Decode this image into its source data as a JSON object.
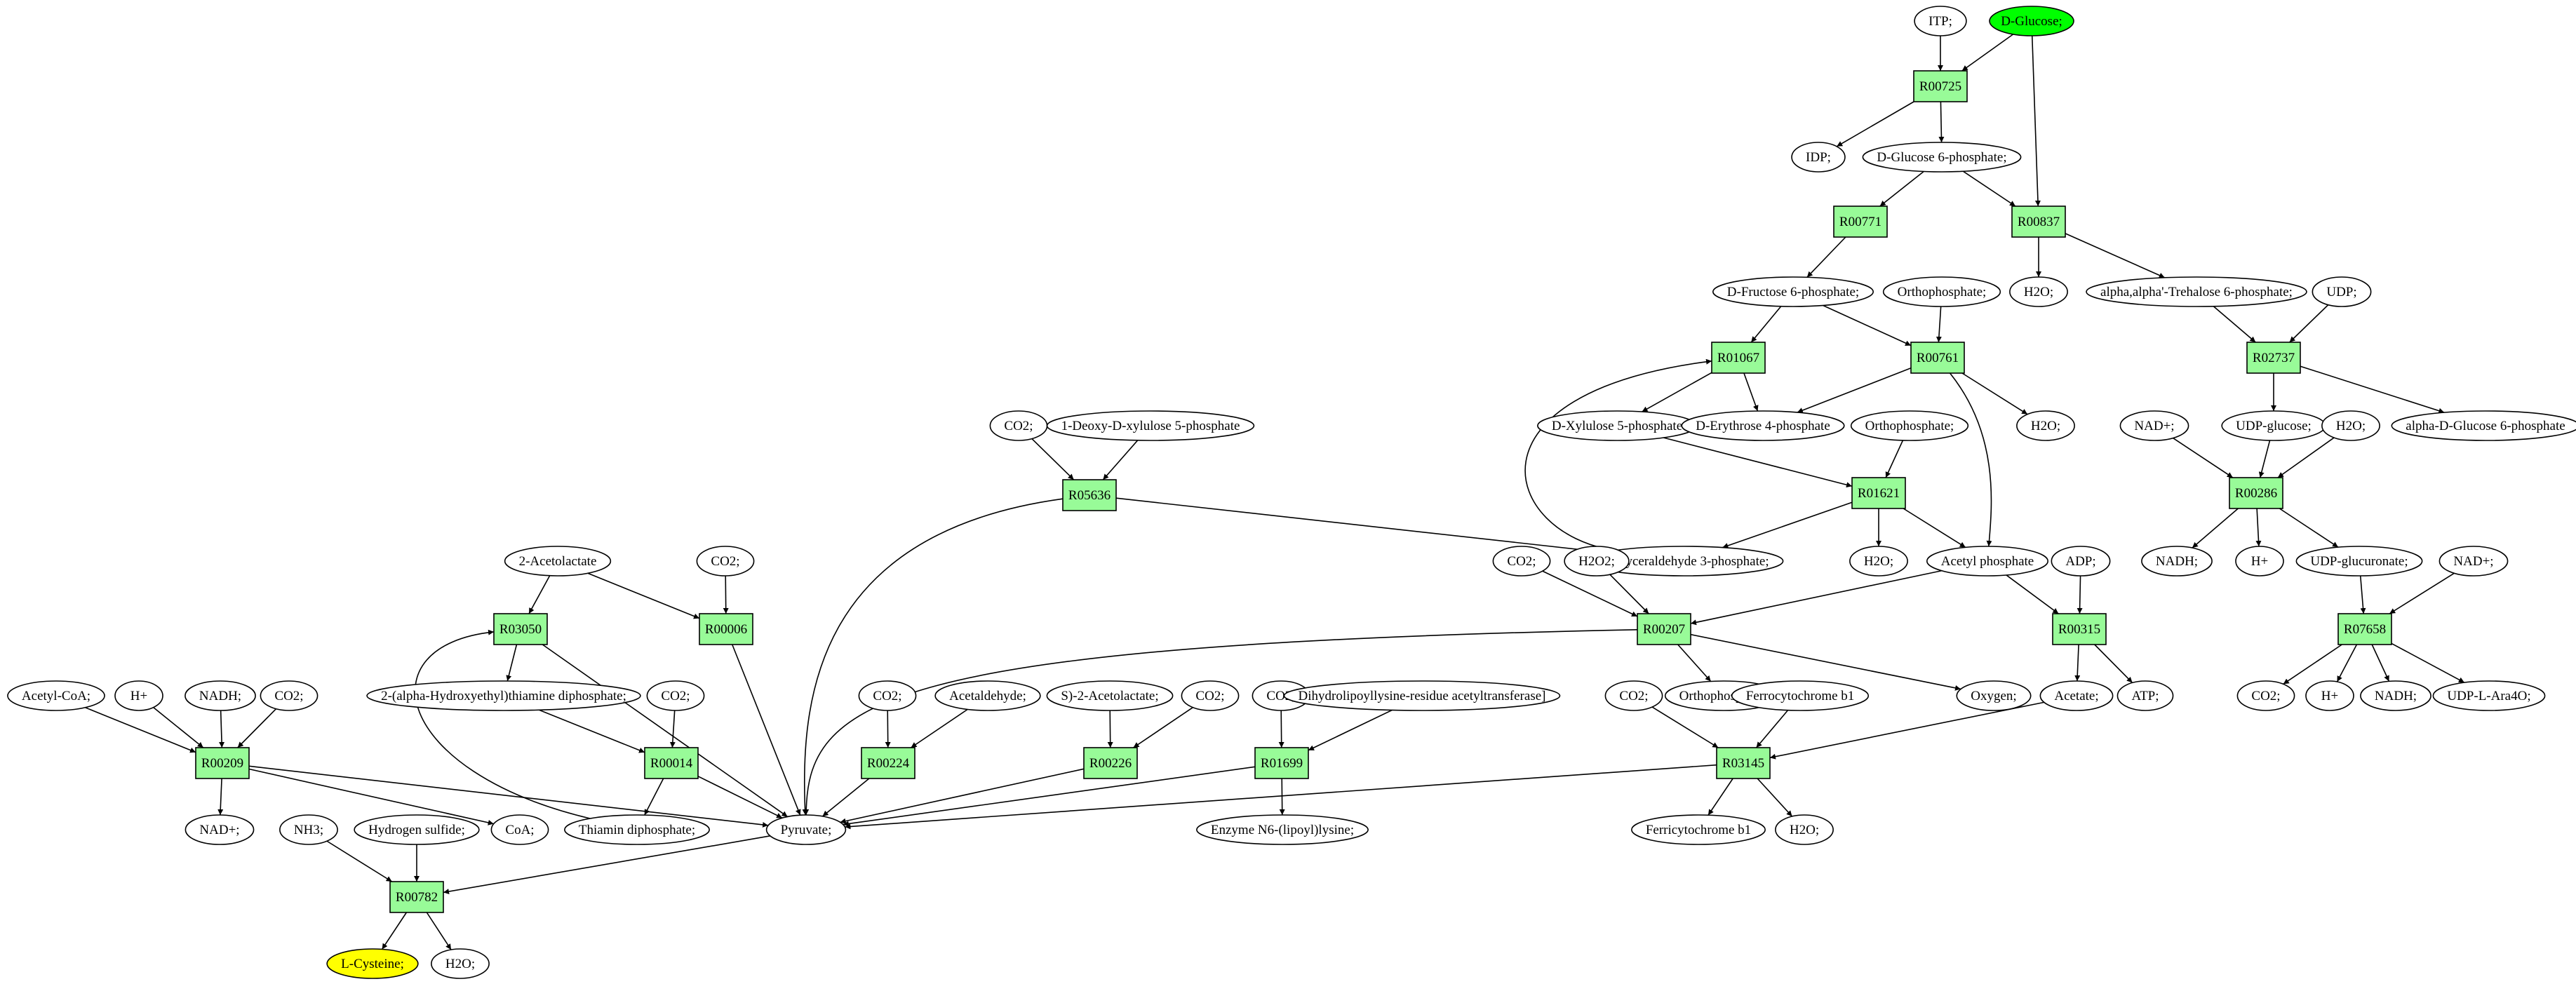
{
  "colors": {
    "reaction_fill": "#98fb98",
    "compound_fill": "#ffffff",
    "source_fill": "#00ff00",
    "target_fill": "#ffff00",
    "stroke": "#000000"
  },
  "nodes": [
    {
      "id": "ITP",
      "label": "ITP;",
      "kind": "compound"
    },
    {
      "id": "DGLC",
      "label": "D-Glucose;",
      "kind": "source"
    },
    {
      "id": "R00725",
      "label": "R00725",
      "kind": "reaction"
    },
    {
      "id": "IDP",
      "label": "IDP;",
      "kind": "compound"
    },
    {
      "id": "G6P",
      "label": "D-Glucose 6-phosphate;",
      "kind": "compound"
    },
    {
      "id": "R00771",
      "label": "R00771",
      "kind": "reaction"
    },
    {
      "id": "R00837",
      "label": "R00837",
      "kind": "reaction"
    },
    {
      "id": "F6P",
      "label": "D-Fructose 6-phosphate;",
      "kind": "compound"
    },
    {
      "id": "PI1",
      "label": "Orthophosphate;",
      "kind": "compound"
    },
    {
      "id": "H2Oa",
      "label": "H2O;",
      "kind": "compound"
    },
    {
      "id": "TRE6P",
      "label": "alpha,alpha'-Trehalose 6-phosphate;",
      "kind": "compound"
    },
    {
      "id": "UDP",
      "label": "UDP;",
      "kind": "compound"
    },
    {
      "id": "R01067",
      "label": "R01067",
      "kind": "reaction"
    },
    {
      "id": "R00761",
      "label": "R00761",
      "kind": "reaction"
    },
    {
      "id": "R02737",
      "label": "R02737",
      "kind": "reaction"
    },
    {
      "id": "X5P",
      "label": "D-Xylulose 5-phosphate",
      "kind": "compound"
    },
    {
      "id": "E4P",
      "label": "D-Erythrose 4-phosphate",
      "kind": "compound"
    },
    {
      "id": "H2Ob",
      "label": "H2O;",
      "kind": "compound"
    },
    {
      "id": "PI2",
      "label": "Orthophosphate;",
      "kind": "compound"
    },
    {
      "id": "UDPGLC",
      "label": "UDP-glucose;",
      "kind": "compound"
    },
    {
      "id": "AG1P",
      "label": "alpha-D-Glucose 6-phosphate",
      "kind": "compound"
    },
    {
      "id": "NADa",
      "label": "NAD+;",
      "kind": "compound"
    },
    {
      "id": "H2Oc",
      "label": "H2O;",
      "kind": "compound"
    },
    {
      "id": "CO2a",
      "label": "CO2;",
      "kind": "compound"
    },
    {
      "id": "DXP",
      "label": "1-Deoxy-D-xylulose 5-phosphate",
      "kind": "compound"
    },
    {
      "id": "R05636",
      "label": "R05636",
      "kind": "reaction"
    },
    {
      "id": "R01621",
      "label": "R01621",
      "kind": "reaction"
    },
    {
      "id": "R00286",
      "label": "R00286",
      "kind": "reaction"
    },
    {
      "id": "ACLAC",
      "label": "2-Acetolactate",
      "kind": "compound"
    },
    {
      "id": "CO2b",
      "label": "CO2;",
      "kind": "compound"
    },
    {
      "id": "GAP",
      "label": "D-Glyceraldehyde 3-phosphate;",
      "kind": "compound"
    },
    {
      "id": "H2Od",
      "label": "H2O;",
      "kind": "compound"
    },
    {
      "id": "ACP",
      "label": "Acetyl phosphate",
      "kind": "compound"
    },
    {
      "id": "NADH1",
      "label": "NADH;",
      "kind": "compound"
    },
    {
      "id": "Ha",
      "label": "H+",
      "kind": "compound"
    },
    {
      "id": "UDPGLA",
      "label": "UDP-glucuronate;",
      "kind": "compound"
    },
    {
      "id": "NADb",
      "label": "NAD+;",
      "kind": "compound"
    },
    {
      "id": "CO2c",
      "label": "CO2;",
      "kind": "compound"
    },
    {
      "id": "H2O2",
      "label": "H2O2;",
      "kind": "compound"
    },
    {
      "id": "ADP",
      "label": "ADP;",
      "kind": "compound"
    },
    {
      "id": "R03050",
      "label": "R03050",
      "kind": "reaction"
    },
    {
      "id": "R00006",
      "label": "R00006",
      "kind": "reaction"
    },
    {
      "id": "R00207",
      "label": "R00207",
      "kind": "reaction"
    },
    {
      "id": "R00315",
      "label": "R00315",
      "kind": "reaction"
    },
    {
      "id": "R07658",
      "label": "R07658",
      "kind": "reaction"
    },
    {
      "id": "HETPP",
      "label": "2-(alpha-Hydroxyethyl)thiamine diphosphate;",
      "kind": "compound"
    },
    {
      "id": "ACCOA",
      "label": "Acetyl-CoA;",
      "kind": "compound"
    },
    {
      "id": "Hb",
      "label": "H+",
      "kind": "compound"
    },
    {
      "id": "NADH2",
      "label": "NADH;",
      "kind": "compound"
    },
    {
      "id": "CO2d",
      "label": "CO2;",
      "kind": "compound"
    },
    {
      "id": "CO2e",
      "label": "CO2;",
      "kind": "compound"
    },
    {
      "id": "CO2f",
      "label": "CO2;",
      "kind": "compound"
    },
    {
      "id": "ACALD",
      "label": "Acetaldehyde;",
      "kind": "compound"
    },
    {
      "id": "SACLAC",
      "label": "S)-2-Acetolactate;",
      "kind": "compound"
    },
    {
      "id": "CO2g",
      "label": "CO2;",
      "kind": "compound"
    },
    {
      "id": "CO2h",
      "label": "CO2;",
      "kind": "compound"
    },
    {
      "id": "DLAT",
      "label": "Dihydrolipoyllysine-residue acetyltransferase]",
      "kind": "compound"
    },
    {
      "id": "PI3",
      "label": "Orthophosphate;",
      "kind": "compound"
    },
    {
      "id": "OXY",
      "label": "Oxygen;",
      "kind": "compound"
    },
    {
      "id": "CO2i",
      "label": "CO2;",
      "kind": "compound"
    },
    {
      "id": "FECB",
      "label": "Ferrocytochrome b1",
      "kind": "compound"
    },
    {
      "id": "ACE",
      "label": "Acetate;",
      "kind": "compound"
    },
    {
      "id": "ATP",
      "label": "ATP;",
      "kind": "compound"
    },
    {
      "id": "CO2j",
      "label": "CO2;",
      "kind": "compound"
    },
    {
      "id": "Hc",
      "label": "H+",
      "kind": "compound"
    },
    {
      "id": "NADH3",
      "label": "NADH;",
      "kind": "compound"
    },
    {
      "id": "UDPARA",
      "label": "UDP-L-Ara4O;",
      "kind": "compound"
    },
    {
      "id": "R00209",
      "label": "R00209",
      "kind": "reaction"
    },
    {
      "id": "R00014",
      "label": "R00014",
      "kind": "reaction"
    },
    {
      "id": "R00224",
      "label": "R00224",
      "kind": "reaction"
    },
    {
      "id": "R00226",
      "label": "R00226",
      "kind": "reaction"
    },
    {
      "id": "R01699",
      "label": "R01699",
      "kind": "reaction"
    },
    {
      "id": "R03145",
      "label": "R03145",
      "kind": "reaction"
    },
    {
      "id": "NADc",
      "label": "NAD+;",
      "kind": "compound"
    },
    {
      "id": "NH3",
      "label": "NH3;",
      "kind": "compound"
    },
    {
      "id": "H2S",
      "label": "Hydrogen sulfide;",
      "kind": "compound"
    },
    {
      "id": "COA",
      "label": "CoA;",
      "kind": "compound"
    },
    {
      "id": "TPP",
      "label": "Thiamin diphosphate;",
      "kind": "compound"
    },
    {
      "id": "PYR",
      "label": "Pyruvate;",
      "kind": "compound"
    },
    {
      "id": "LIPL",
      "label": "Enzyme N6-(lipoyl)lysine;",
      "kind": "compound"
    },
    {
      "id": "FICB",
      "label": "Ferricytochrome b1",
      "kind": "compound"
    },
    {
      "id": "H2Oe",
      "label": "H2O;",
      "kind": "compound"
    },
    {
      "id": "R00782",
      "label": "R00782",
      "kind": "reaction"
    },
    {
      "id": "LCYS",
      "label": "L-Cysteine;",
      "kind": "target"
    },
    {
      "id": "H2Of",
      "label": "H2O;",
      "kind": "compound"
    }
  ],
  "edges": [
    [
      "ITP",
      "R00725"
    ],
    [
      "DGLC",
      "R00725"
    ],
    [
      "DGLC",
      "R00837"
    ],
    [
      "R00725",
      "IDP"
    ],
    [
      "R00725",
      "G6P"
    ],
    [
      "G6P",
      "R00771"
    ],
    [
      "G6P",
      "R00837"
    ],
    [
      "R00771",
      "F6P"
    ],
    [
      "R00837",
      "H2Oa"
    ],
    [
      "R00837",
      "TRE6P"
    ],
    [
      "F6P",
      "R01067"
    ],
    [
      "F6P",
      "R00761"
    ],
    [
      "PI1",
      "R00761"
    ],
    [
      "TRE6P",
      "R02737"
    ],
    [
      "UDP",
      "R02737"
    ],
    [
      "R01067",
      "X5P"
    ],
    [
      "R01067",
      "E4P"
    ],
    [
      "R00761",
      "E4P"
    ],
    [
      "R00761",
      "H2Ob"
    ],
    [
      "R00761",
      "ACP"
    ],
    [
      "R02737",
      "UDPGLC"
    ],
    [
      "R02737",
      "AG1P"
    ],
    [
      "X5P",
      "R01621"
    ],
    [
      "PI2",
      "R01621"
    ],
    [
      "UDPGLC",
      "R00286"
    ],
    [
      "NADa",
      "R00286"
    ],
    [
      "H2Oc",
      "R00286"
    ],
    [
      "CO2a",
      "R05636"
    ],
    [
      "DXP",
      "R05636"
    ],
    [
      "R05636",
      "GAP"
    ],
    [
      "R05636",
      "PYR"
    ],
    [
      "R01621",
      "GAP"
    ],
    [
      "R01621",
      "H2Od"
    ],
    [
      "R01621",
      "ACP"
    ],
    [
      "GAP",
      "R01067"
    ],
    [
      "R00286",
      "NADH1"
    ],
    [
      "R00286",
      "Ha"
    ],
    [
      "R00286",
      "UDPGLA"
    ],
    [
      "ACLAC",
      "R03050"
    ],
    [
      "ACLAC",
      "R00006"
    ],
    [
      "CO2b",
      "R00006"
    ],
    [
      "ACP",
      "R00207"
    ],
    [
      "ACP",
      "R00315"
    ],
    [
      "CO2c",
      "R00207"
    ],
    [
      "H2O2",
      "R00207"
    ],
    [
      "ADP",
      "R00315"
    ],
    [
      "UDPGLA",
      "R07658"
    ],
    [
      "NADb",
      "R07658"
    ],
    [
      "R03050",
      "HETPP"
    ],
    [
      "R03050",
      "PYR"
    ],
    [
      "R00006",
      "PYR"
    ],
    [
      "R00207",
      "PI3"
    ],
    [
      "R00207",
      "OXY"
    ],
    [
      "R00207",
      "PYR"
    ],
    [
      "R00315",
      "ACE"
    ],
    [
      "R00315",
      "ATP"
    ],
    [
      "R07658",
      "CO2j"
    ],
    [
      "R07658",
      "Hc"
    ],
    [
      "R07658",
      "NADH3"
    ],
    [
      "R07658",
      "UDPARA"
    ],
    [
      "HETPP",
      "R00014"
    ],
    [
      "CO2e",
      "R00014"
    ],
    [
      "ACCOA",
      "R00209"
    ],
    [
      "Hb",
      "R00209"
    ],
    [
      "NADH2",
      "R00209"
    ],
    [
      "CO2d",
      "R00209"
    ],
    [
      "CO2f",
      "R00224"
    ],
    [
      "ACALD",
      "R00224"
    ],
    [
      "SACLAC",
      "R00226"
    ],
    [
      "CO2g",
      "R00226"
    ],
    [
      "CO2h",
      "R01699"
    ],
    [
      "DLAT",
      "R01699"
    ],
    [
      "CO2i",
      "R03145"
    ],
    [
      "FECB",
      "R03145"
    ],
    [
      "ACE",
      "R03145"
    ],
    [
      "R00209",
      "NADc"
    ],
    [
      "R00209",
      "COA"
    ],
    [
      "R00209",
      "PYR"
    ],
    [
      "R00014",
      "TPP"
    ],
    [
      "R00014",
      "PYR"
    ],
    [
      "R00224",
      "PYR"
    ],
    [
      "R00226",
      "PYR"
    ],
    [
      "R01699",
      "PYR"
    ],
    [
      "R01699",
      "LIPL"
    ],
    [
      "R03145",
      "PYR"
    ],
    [
      "R03145",
      "FICB"
    ],
    [
      "R03145",
      "H2Oe"
    ],
    [
      "TPP",
      "R03050"
    ],
    [
      "NH3",
      "R00782"
    ],
    [
      "H2S",
      "R00782"
    ],
    [
      "PYR",
      "R00782"
    ],
    [
      "R00782",
      "LCYS"
    ],
    [
      "R00782",
      "H2Of"
    ]
  ]
}
